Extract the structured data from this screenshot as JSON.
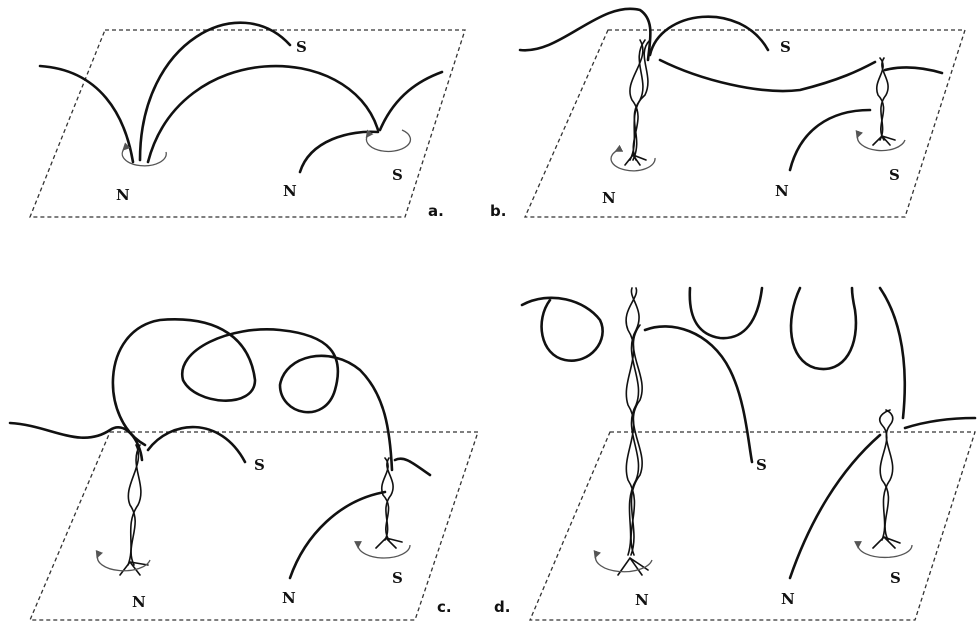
{
  "panels": [
    {
      "label": "a.",
      "poles": [
        "N",
        "N",
        "S",
        "S"
      ]
    },
    {
      "label": "b.",
      "poles": [
        "N",
        "N",
        "S",
        "S"
      ]
    },
    {
      "label": "c.",
      "poles": [
        "N",
        "N",
        "S",
        "S"
      ]
    },
    {
      "label": "d.",
      "poles": [
        "N",
        "N",
        "S",
        "S"
      ]
    }
  ]
}
